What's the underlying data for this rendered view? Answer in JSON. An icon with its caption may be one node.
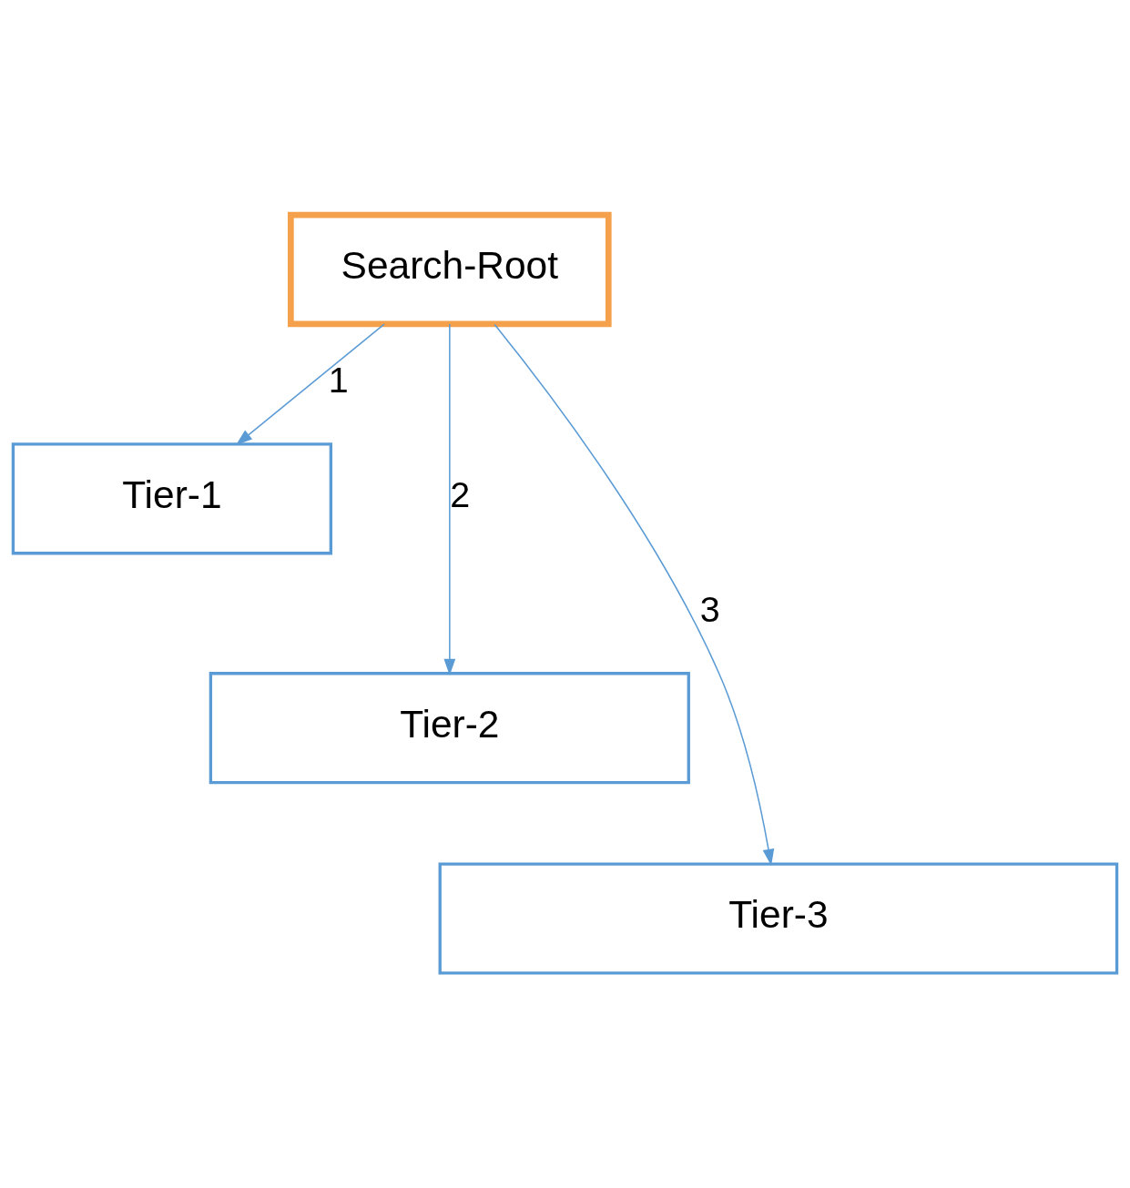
{
  "diagram": {
    "nodes": [
      {
        "text": [
          "Search-Root"
        ]
      },
      {
        "text": [
          "Tier-1"
        ]
      },
      {
        "text": [
          "Tier-2"
        ]
      },
      {
        "text": [
          "Tier-3"
        ]
      }
    ],
    "edges": [
      {
        "from": 0,
        "to": 1,
        "arrow": "to",
        "label": "1"
      },
      {
        "from": 0,
        "to": 2,
        "arrow": "to",
        "label": "2"
      },
      {
        "from": 0,
        "to": 3,
        "arrow": "to",
        "label": "3"
      }
    ]
  }
}
